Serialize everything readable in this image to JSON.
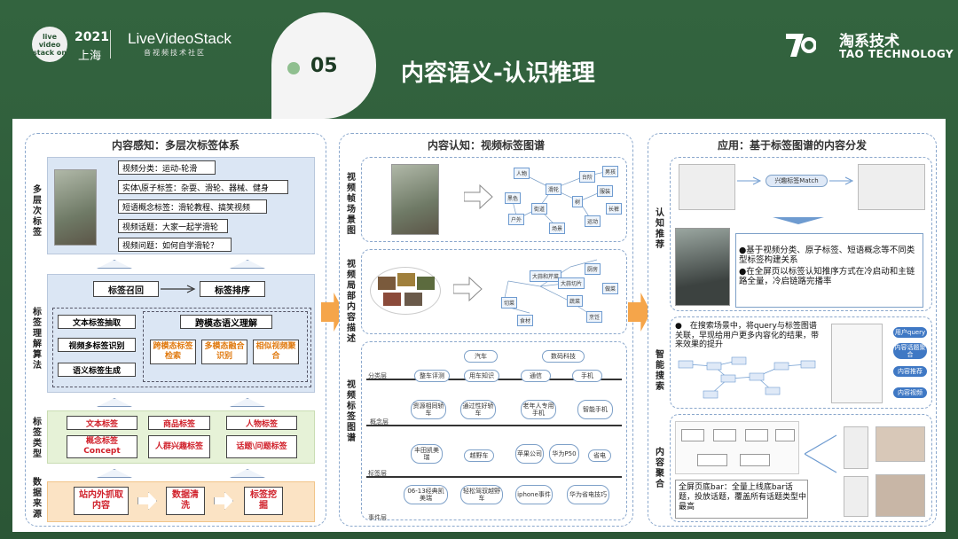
{
  "header": {
    "badge_text": "live video stack on",
    "year": "2021",
    "city": "上海",
    "brand": "LiveVideoStack",
    "brand_sub": "音视频技术社区",
    "section_number": "05",
    "title": "内容语义-认识推理",
    "company_cn": "淘系技术",
    "company_en": "TAO TECHNOLOGY"
  },
  "left_panel": {
    "title": "内容感知：多层次标签体系",
    "label_multi": "多层次标签",
    "tags": [
      "视频分类：运动-轮滑",
      "实体\\原子标签：杂耍、滑轮、器械、健身",
      "短语概念标签：滑轮教程、搞笑视频",
      "视频话题：大家一起学滑轮",
      "视频问题：如何自学滑轮？"
    ],
    "label_algo": "标签理解算法",
    "recall": "标签召回",
    "rank": "标签排序",
    "text_extract": "文本标签抽取",
    "video_recog": "视频多标签识别",
    "semantic_gen": "语义标签生成",
    "cross_modal": "跨模态语义理解",
    "cross_modal_retrieval": "跨模态标签检索",
    "multimodal_fusion": "多模态融合识别",
    "similar_video": "相似视频聚合",
    "label_types": "标签类型",
    "type_text": "文本标签",
    "type_product": "商品标签",
    "type_person": "人物标签",
    "type_concept": "概念标签",
    "type_concept_en": "Concept",
    "type_interest": "人群兴趣标签",
    "type_topic": "话题\\问题标签",
    "label_source": "数据来源",
    "src_crawl": "站内外抓取内容",
    "src_clean": "数据清洗",
    "src_mining": "标签挖掘"
  },
  "middle_panel": {
    "title": "内容认知：视频标签图谱",
    "label_frame": "视频帧场景图",
    "label_local": "视频局部内容描述",
    "label_graph": "视频标签图谱",
    "scene_nodes": [
      "人物",
      "滑轮",
      "台阶",
      "街道",
      "树",
      "服装",
      "运动",
      "户外",
      "场景",
      "男孩",
      "黑色",
      "长裤"
    ],
    "local_nodes": [
      "大蒜和芹菜",
      "大蒜切片",
      "厨房",
      "蔬菜",
      "切菜",
      "食材",
      "烹饪",
      "做菜"
    ],
    "layers": [
      "分类层",
      "概念层",
      "标签层",
      "事件层"
    ],
    "layer_nodes": {
      "category": [
        "汽车",
        "数码科技",
        "整车评测",
        "用车知识",
        "通信",
        "手机"
      ],
      "concept": [
        "资源相同轿车",
        "通过性好轿车",
        "老年人专用手机",
        "智能手机"
      ],
      "tag": [
        "丰田凯美瑞",
        "越野车",
        "苹果公司",
        "华为P50",
        "省电"
      ],
      "event": [
        "06-13经典凯美瑞",
        "轻松驾驭越野车",
        "iphone事件",
        "华为省电技巧"
      ]
    }
  },
  "right_panel": {
    "title": "应用：基于标签图谱的内容分发",
    "label_cognitive": "认知推荐",
    "match_label": "兴趣标签Match",
    "cognitive_bullets": [
      "●基于视频分类、原子标签、短语概念等不同类型标签构建关系",
      "●在全屏页以标签认知推序方式在冷启动和主链路全量，冷启链路完播率"
    ],
    "label_search": "智能搜索",
    "search_bullet": "●　在搜索场景中，将query与标签图谱关联，早现给用户更多内容化的结果，带来效果的提升",
    "search_tags": [
      "用户query",
      "内容话题聚合",
      "内容推荐",
      "内容视频"
    ],
    "label_aggregate": "内容聚合",
    "aggregate_text": "全屏页底bar：全量上线底bar话题，投放话题，覆盖所有话题类型中最高"
  },
  "colors": {
    "background": "#2e5b3a",
    "accent_orange": "#f5a54a",
    "label_red": "#d0202a",
    "panel_border": "#8aa7cc"
  }
}
